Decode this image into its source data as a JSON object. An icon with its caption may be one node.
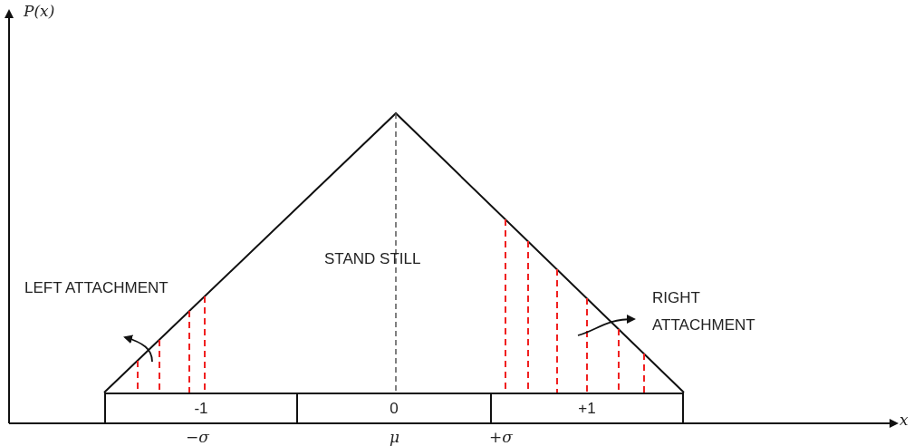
{
  "diagram": {
    "nodes": [
      {
        "text": [
          "-1"
        ]
      },
      {
        "text": [
          "0"
        ]
      },
      {
        "text": [
          "+1"
        ]
      }
    ],
    "labels": [
      "P(x)",
      "STAND STILL",
      "LEFT ATTACHMENT",
      "RIGHT ATTACHMENT",
      "x",
      "−σ",
      "μ",
      "+σ"
    ]
  }
}
